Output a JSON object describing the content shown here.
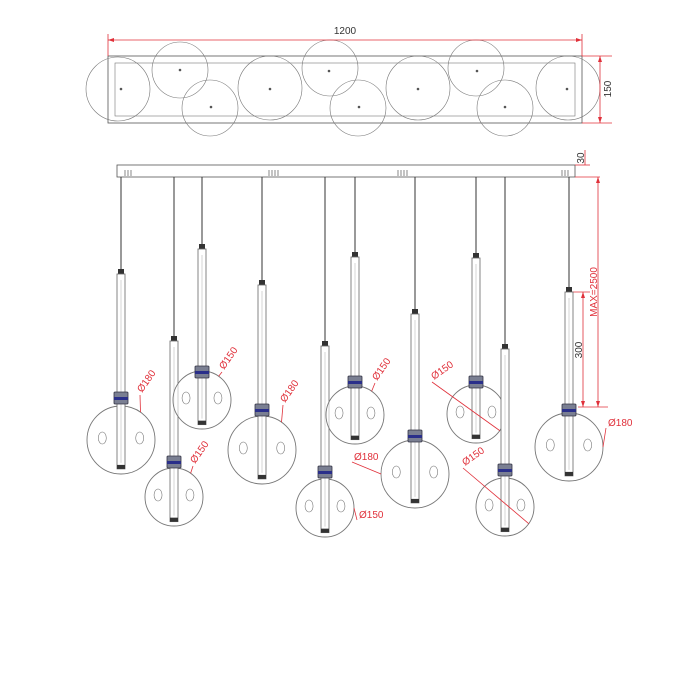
{
  "dimensions": {
    "total_width": "1200",
    "canopy_depth": "150",
    "canopy_height": "30",
    "max_drop": "MAX=2500",
    "tube_length": "300"
  },
  "pendant_labels": {
    "p1": "Ø180",
    "p2": "Ø150",
    "p3": "Ø150",
    "p4": "Ø180",
    "p5": "Ø150",
    "p6": "Ø150",
    "p7": "Ø180",
    "p8": "Ø150",
    "p9": "Ø150",
    "p10": "Ø180"
  },
  "colors": {
    "dimension": "#e0303a",
    "outline": "#555555",
    "collar": "#7a7f92",
    "collar_band": "#2a2f8a"
  }
}
